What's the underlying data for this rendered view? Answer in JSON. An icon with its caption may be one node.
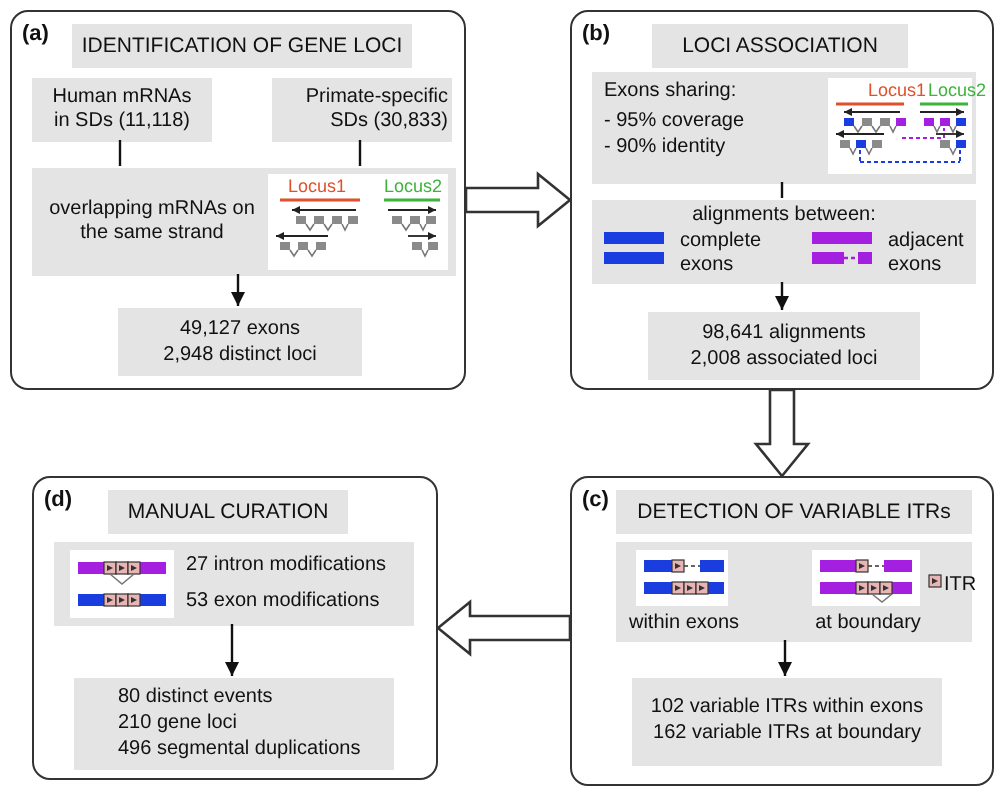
{
  "diagram": {
    "nodes": [
      {
        "text": [
          "(a)",
          "IDENTIFICATION OF GENE LOCI"
        ]
      },
      {
        "text": [
          "Human mRNAs in SDs (11,118)"
        ],
        "in": 0
      },
      {
        "text": [
          "Primate-specific SDs (30,833)"
        ],
        "in": 0
      },
      {
        "text": [
          "overlapping mRNAs on the same strand",
          "Locus1",
          "Locus2"
        ],
        "in": 0
      },
      {
        "text": [
          "49,127 exons",
          "2,948 distinct loci"
        ],
        "in": 0
      },
      {
        "text": [
          "(b)",
          "LOCI ASSOCIATION"
        ]
      },
      {
        "text": [
          "Exons sharing:",
          "- 95% coverage",
          "- 90% identity",
          "Locus1",
          "Locus2"
        ],
        "in": 5
      },
      {
        "text": [
          "alignments between:",
          "complete exons",
          "adjacent exons"
        ],
        "in": 5
      },
      {
        "text": [
          "98,641 alignments",
          "2,008 associated loci"
        ],
        "in": 5
      },
      {
        "text": [
          "(c)",
          "DETECTION OF VARIABLE ITRs"
        ]
      },
      {
        "text": [
          "within exons",
          "at boundary",
          "ITR"
        ],
        "in": 9
      },
      {
        "text": [
          "102 variable ITRs within exons",
          "162 variable ITRs at boundary"
        ],
        "in": 9
      },
      {
        "text": [
          "(d)",
          "MANUAL CURATION"
        ]
      },
      {
        "text": [
          "27 intron modifications",
          "53 exon modifications"
        ],
        "in": 12
      },
      {
        "text": [
          "80 distinct events",
          "210 gene loci",
          "496 segmental duplications"
        ],
        "in": 12
      }
    ],
    "edges": [
      {
        "from": 1,
        "to": 3,
        "arrow": "none"
      },
      {
        "from": 2,
        "to": 3,
        "arrow": "none"
      },
      {
        "from": 3,
        "to": 4,
        "arrow": "to"
      },
      {
        "from": 6,
        "to": 7,
        "arrow": "none"
      },
      {
        "from": 7,
        "to": 8,
        "arrow": "to"
      },
      {
        "from": 10,
        "to": 11,
        "arrow": "to"
      },
      {
        "from": 13,
        "to": 14,
        "arrow": "to"
      },
      {
        "from": 0,
        "to": 5,
        "arrow": "to"
      },
      {
        "from": 5,
        "to": 9,
        "arrow": "to"
      },
      {
        "from": 9,
        "to": 12,
        "arrow": "to"
      }
    ]
  }
}
